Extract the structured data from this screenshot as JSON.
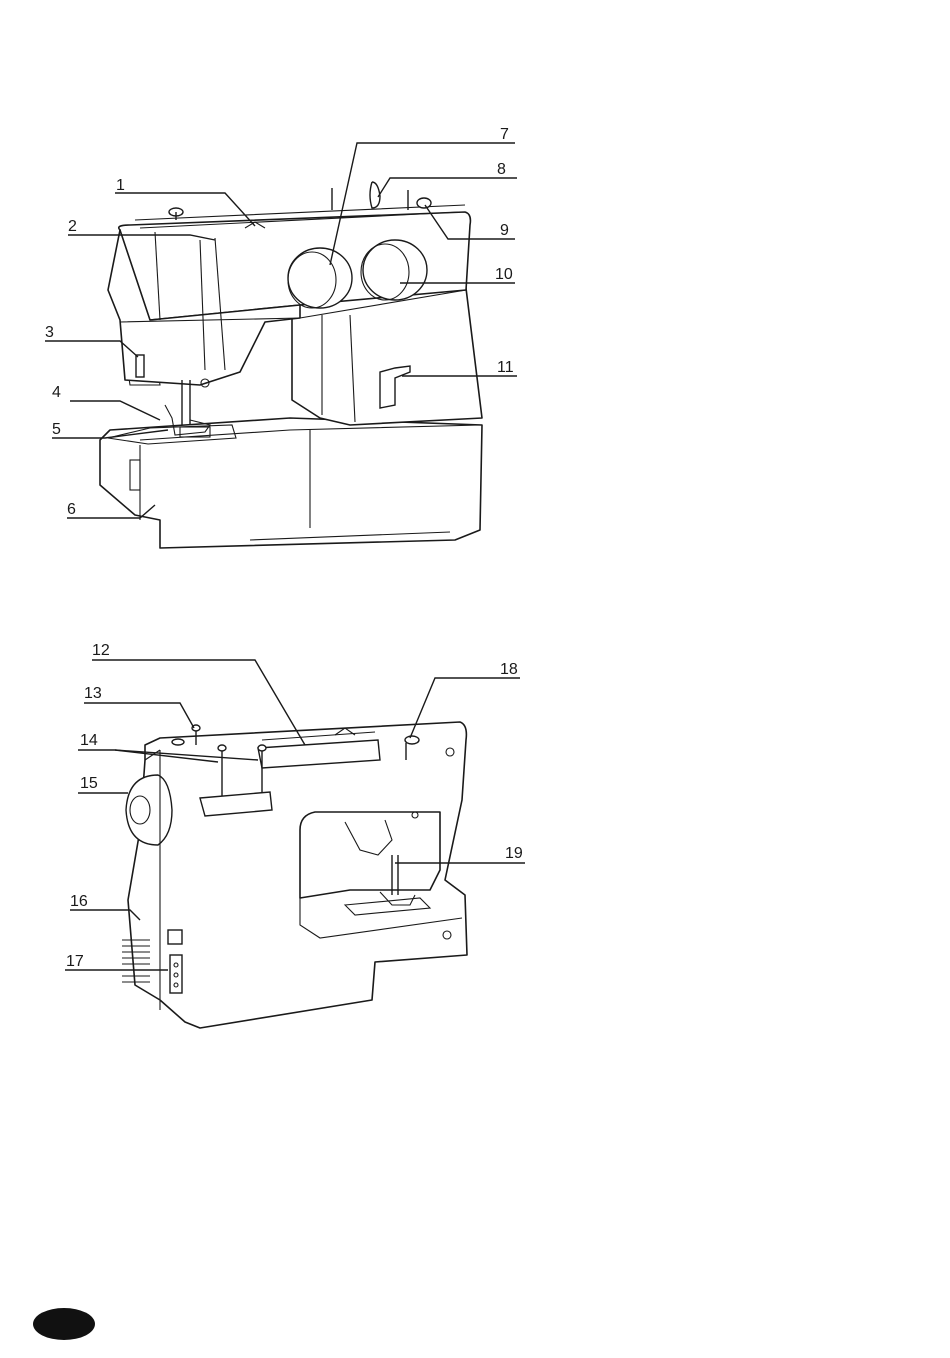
{
  "front_view": {
    "callouts": [
      {
        "id": "1",
        "label": "1"
      },
      {
        "id": "2",
        "label": "2"
      },
      {
        "id": "3",
        "label": "3"
      },
      {
        "id": "4",
        "label": "4"
      },
      {
        "id": "5",
        "label": "5"
      },
      {
        "id": "6",
        "label": "6"
      },
      {
        "id": "7",
        "label": "7"
      },
      {
        "id": "8",
        "label": "8"
      },
      {
        "id": "9",
        "label": "9"
      },
      {
        "id": "10",
        "label": "10"
      },
      {
        "id": "11",
        "label": "11"
      }
    ]
  },
  "rear_view": {
    "callouts": [
      {
        "id": "12",
        "label": "12"
      },
      {
        "id": "13",
        "label": "13"
      },
      {
        "id": "14",
        "label": "14"
      },
      {
        "id": "15",
        "label": "15"
      },
      {
        "id": "16",
        "label": "16"
      },
      {
        "id": "17",
        "label": "17"
      },
      {
        "id": "18",
        "label": "18"
      },
      {
        "id": "19",
        "label": "19"
      }
    ]
  },
  "colors": {
    "line": "#1a1a1a",
    "background": "#ffffff",
    "page_tab": "#111111"
  }
}
